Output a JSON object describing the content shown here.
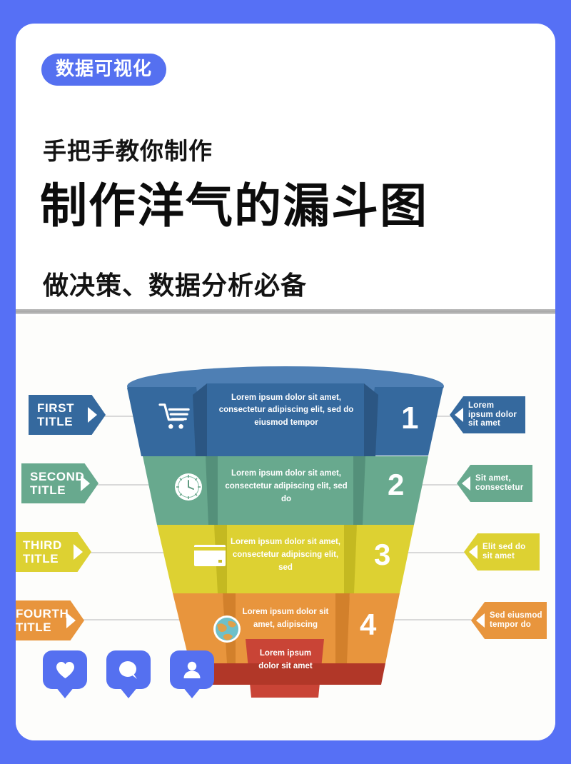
{
  "theme": {
    "page_background": "#5670F5",
    "card_background": "#FFFFFF",
    "accent": "#5570F0"
  },
  "header": {
    "badge": "数据可视化",
    "eyebrow": "手把手教你制作",
    "headline": "制作洋气的漏斗图",
    "subline": "做决策、数据分析必备"
  },
  "chart_data": {
    "type": "funnel",
    "title": "制作洋气的漏斗图",
    "levels": [
      {
        "number": "1",
        "left_title": "FIRST TITLE",
        "center_text": "Lorem ipsum dolor sit amet, consectetur adipiscing elit, sed do eiusmod tempor",
        "right_text": "Lorem ipsum dolor sit amet",
        "icon": "shopping-cart-icon",
        "color": "#35699E",
        "color_light": "#4E7FB4",
        "color_dark": "#2B5683"
      },
      {
        "number": "2",
        "left_title": "SECOND TITLE",
        "center_text": "Lorem ipsum dolor sit amet, consectetur adipiscing elit, sed do",
        "right_text": "Sit amet, consectetur",
        "icon": "clock-icon",
        "color": "#68A98E",
        "color_light": "#7CBCA0",
        "color_dark": "#54907A"
      },
      {
        "number": "3",
        "left_title": "THIRD TITLE",
        "center_text": "Lorem ipsum dolor sit amet, consectetur adipiscing elit, sed",
        "right_text": "Elit sed do sit amet",
        "icon": "credit-card-icon",
        "color": "#DDD132",
        "color_light": "#E5DC55",
        "color_dark": "#C4B921"
      },
      {
        "number": "4",
        "left_title": "FOURTH TITLE",
        "center_text": "Lorem ipsum dolor sit amet, adipiscing",
        "right_text": "Sed eiusmod tempor do",
        "icon": "globe-icon",
        "color": "#E8953D",
        "color_light": "#EFA85B",
        "color_dark": "#D2802B"
      },
      {
        "number": "",
        "left_title": "",
        "center_text": "Lorem ipsum dolor sit amet",
        "right_text": "",
        "icon": "",
        "color": "#C94436",
        "color_light": "#D4584A",
        "color_dark": "#B13728"
      }
    ]
  },
  "social": {
    "items": [
      {
        "icon": "heart-icon",
        "name": "like-button"
      },
      {
        "icon": "comment-icon",
        "name": "comment-button"
      },
      {
        "icon": "user-icon",
        "name": "follow-button"
      }
    ]
  }
}
